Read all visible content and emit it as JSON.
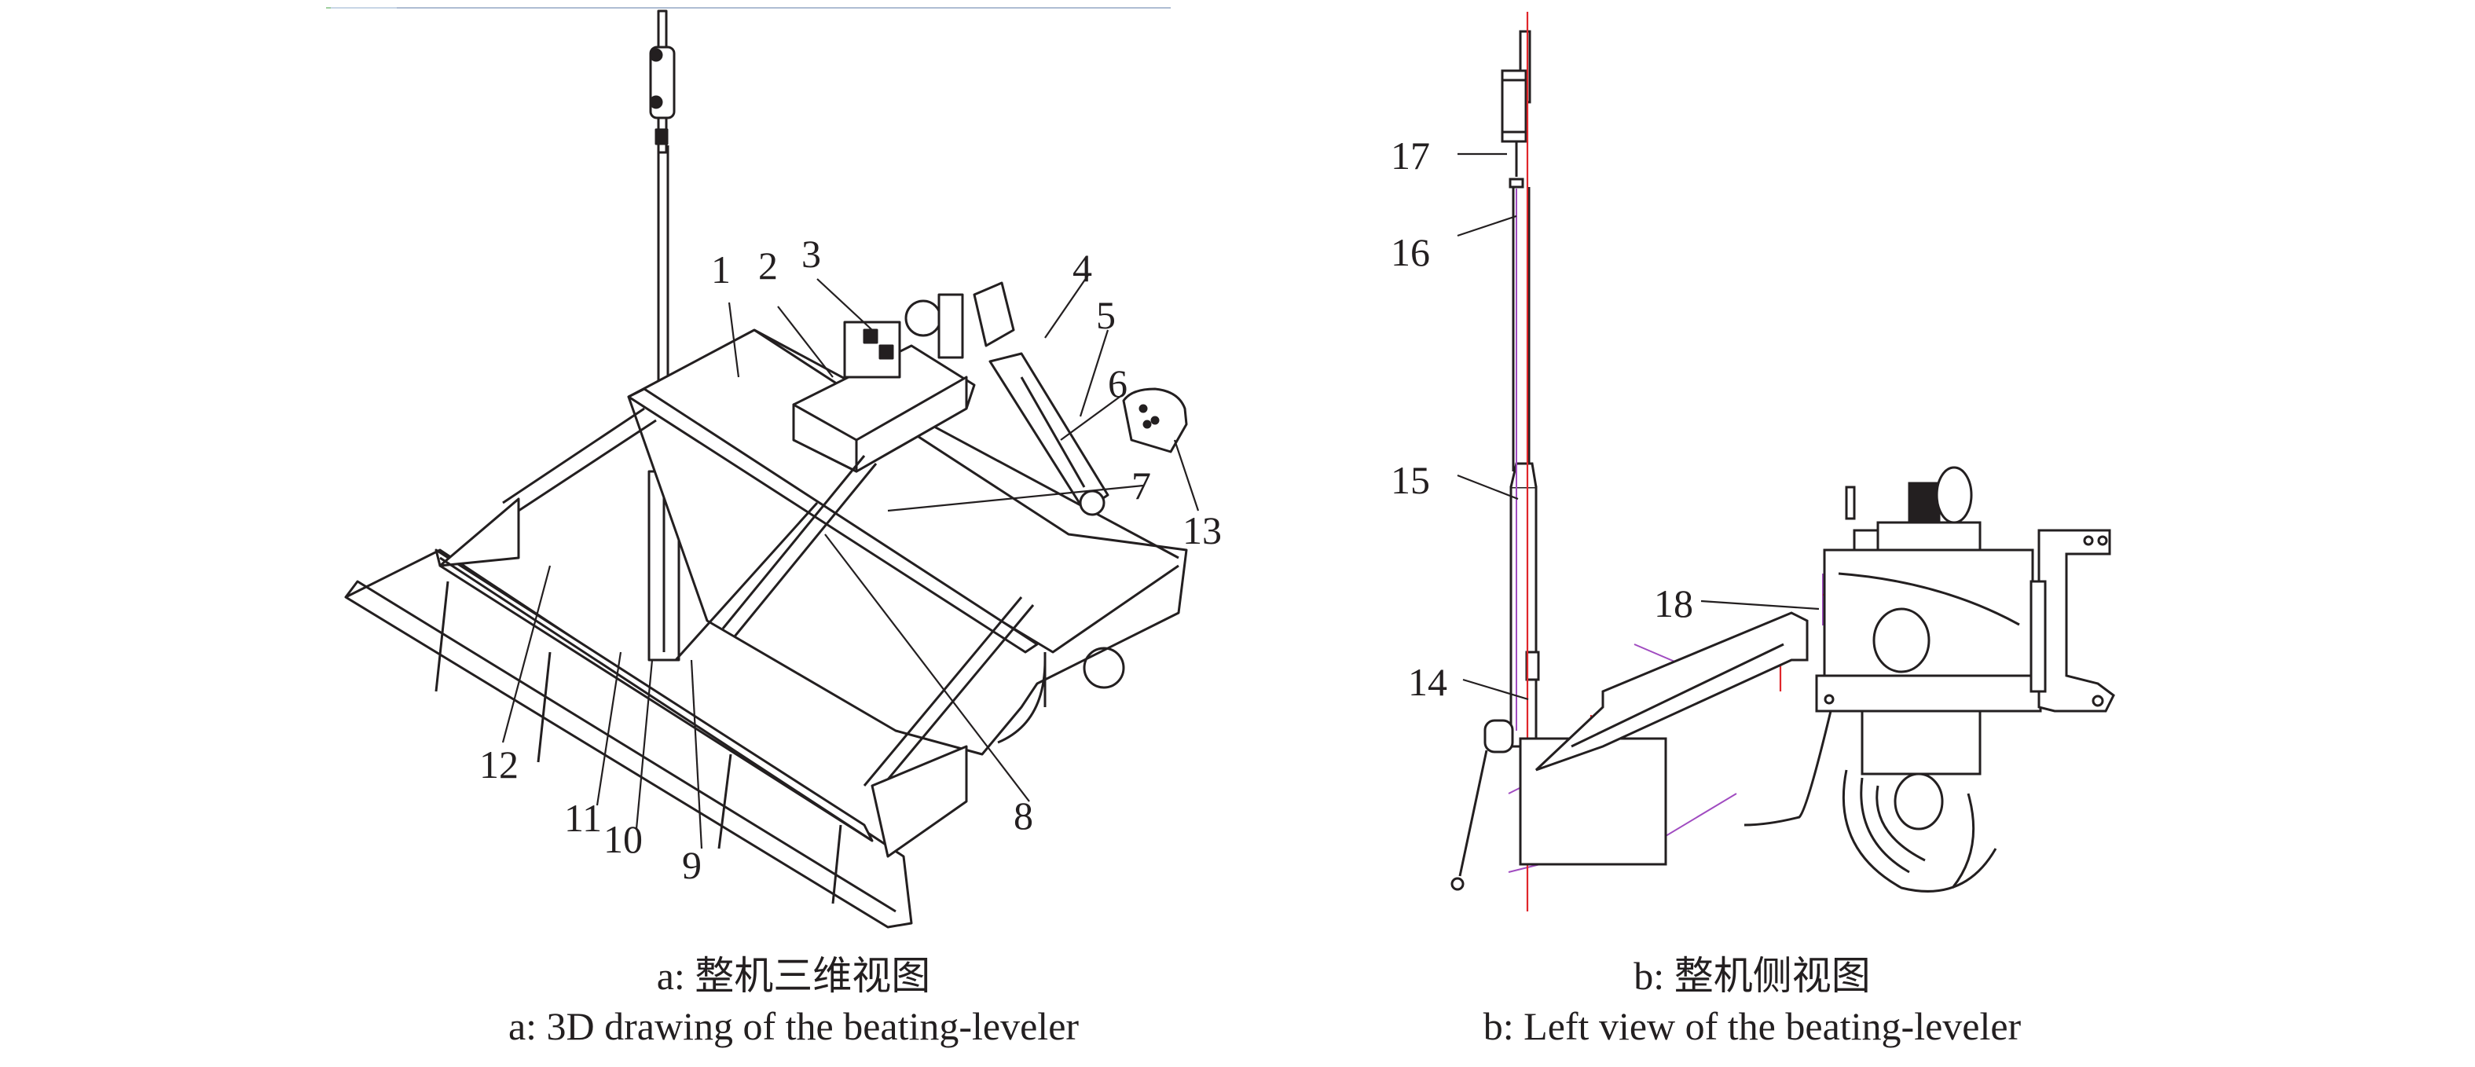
{
  "figure": {
    "panel_a": {
      "caption_zh": "a: 整机三维视图",
      "caption_en": "a: 3D drawing of the beating-leveler",
      "part_labels": [
        "1",
        "2",
        "3",
        "4",
        "5",
        "6",
        "7",
        "8",
        "9",
        "10",
        "11",
        "12",
        "13"
      ]
    },
    "panel_b": {
      "caption_zh": "b: 整机侧视图",
      "caption_en": "b: Left view of the beating-leveler",
      "part_labels": [
        "14",
        "15",
        "16",
        "17",
        "18"
      ]
    },
    "colors": {
      "line": "#231f20",
      "centerline": "#e0262b",
      "hidden_line": "#a04bc0",
      "top_rule": "#aebdd3"
    }
  }
}
